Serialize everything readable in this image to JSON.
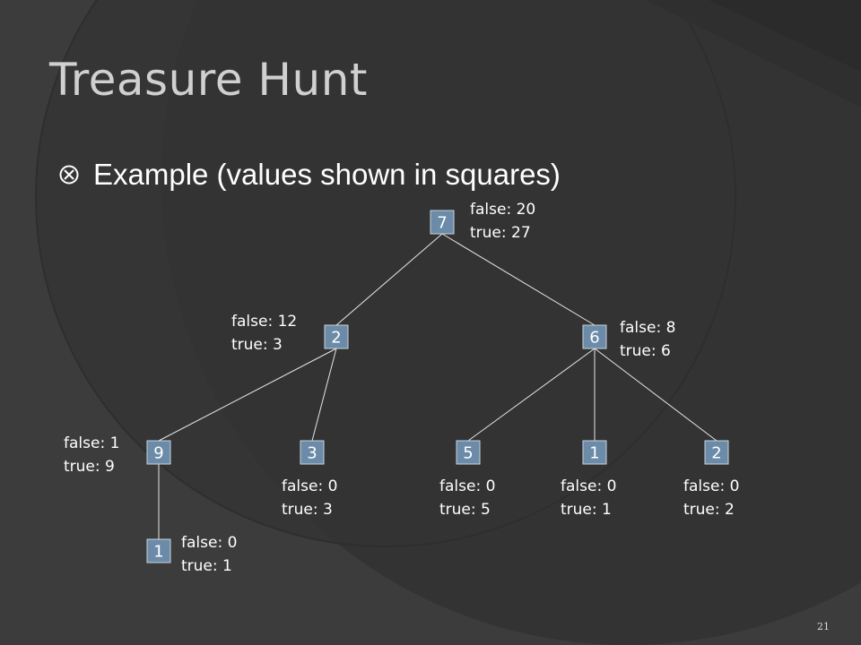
{
  "slide": {
    "title": "Treasure Hunt",
    "bullet": "Example (values shown in squares)",
    "page_number": "21"
  },
  "colors": {
    "background": "#3c3c3c",
    "node_fill": "#6b8ba8",
    "node_border": "#c8d4de",
    "edge": "#e6e6e6",
    "text": "#ffffff",
    "title": "#d0d0d0"
  },
  "tree": {
    "nodes": [
      {
        "id": "n7",
        "value": "7",
        "false_text": "false: 20",
        "true_text": "true: 27"
      },
      {
        "id": "n2",
        "value": "2",
        "false_text": "false: 12",
        "true_text": "true: 3"
      },
      {
        "id": "n6",
        "value": "6",
        "false_text": "false: 8",
        "true_text": "true: 6"
      },
      {
        "id": "n9",
        "value": "9",
        "false_text": "false: 1",
        "true_text": "true: 9"
      },
      {
        "id": "n3",
        "value": "3",
        "false_text": "false: 0",
        "true_text": "true: 3"
      },
      {
        "id": "n5",
        "value": "5",
        "false_text": "false: 0",
        "true_text": "true: 5"
      },
      {
        "id": "n1a",
        "value": "1",
        "false_text": "false: 0",
        "true_text": "true: 1"
      },
      {
        "id": "n2b",
        "value": "2",
        "false_text": "false: 0",
        "true_text": "true: 2"
      },
      {
        "id": "n1b",
        "value": "1",
        "false_text": "false: 0",
        "true_text": "true: 1"
      }
    ],
    "edges": [
      [
        "n7",
        "n2"
      ],
      [
        "n7",
        "n6"
      ],
      [
        "n2",
        "n9"
      ],
      [
        "n2",
        "n3"
      ],
      [
        "n6",
        "n5"
      ],
      [
        "n6",
        "n1a"
      ],
      [
        "n6",
        "n2b"
      ],
      [
        "n9",
        "n1b"
      ]
    ]
  }
}
